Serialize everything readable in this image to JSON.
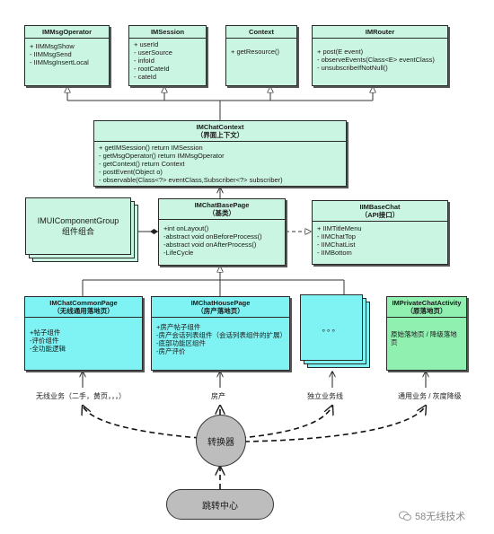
{
  "top_boxes": [
    {
      "title": "IMMsgOperator",
      "lines": [
        "+ IIMMsgShow",
        "- IIMMsgSend",
        "- IIMMsgInsertLocal"
      ]
    },
    {
      "title": "IMSession",
      "lines": [
        "+ userId",
        "- userSource",
        "- infoId",
        "- rootCateId",
        "- cateId"
      ]
    },
    {
      "title": "Context",
      "lines": [
        "+ getResource()"
      ]
    },
    {
      "title": "IMRouter",
      "lines": [
        "+ post(E event)",
        "- observeEvents(Class<E> eventClass)",
        "- unsubscribeIfNotNull()"
      ]
    }
  ],
  "context_box": {
    "title": "IMChatContext",
    "subtitle": "（界面上下文）",
    "lines": [
      "+ getIMSession() return IMSession",
      "- getMsgOperator() return IMMsgOperator",
      "- getContext() return Context",
      "- postEvent(Object o)",
      "- observable(Class<?> eventClass,Subscriber<?> subscriber)"
    ]
  },
  "component_group": {
    "title": "IMUIComponentGroup",
    "subtitle": "组件组合"
  },
  "base_page": {
    "title": "IMChatBasePage",
    "subtitle": "（基类）",
    "lines": [
      "+int onLayout()",
      "-abstract void onBeforeProcess()",
      "-abstract void onAfterProcess()",
      "-LifeCycle"
    ]
  },
  "base_chat": {
    "title": "IIMBaseChat",
    "subtitle": "（API接口）",
    "lines": [
      "+ IIMTitleMenu",
      "- IIMChatTop",
      "- IIMChatList",
      "- IIMBottom"
    ]
  },
  "common_page": {
    "title": "IMChatCommonPage",
    "subtitle": "（无线通用落地页）",
    "lines": [
      "+帖子组件",
      "-评价组件",
      "-全功能逻辑"
    ]
  },
  "house_page": {
    "title": "IMChatHousePage",
    "subtitle": "（房产落地页）",
    "lines": [
      "+房产帖子组件",
      "-房产会话列表组件（会话列表组件的扩展）",
      "-底部功能区组件",
      "-房产评价"
    ]
  },
  "dots_box": {
    "text": "。。。"
  },
  "private_page": {
    "title": "IMPrivateChatActivity",
    "subtitle": "（原落地页）",
    "lines": [
      "原始落地页 / 降级落地页"
    ]
  },
  "flow_labels": [
    "无线业务（二手，黄页，，，）",
    "房产",
    "独立业务线",
    "通用业务 / 灰度降级"
  ],
  "converter": "转换器",
  "jump_center": "跳转中心",
  "watermark": "58无线技术"
}
